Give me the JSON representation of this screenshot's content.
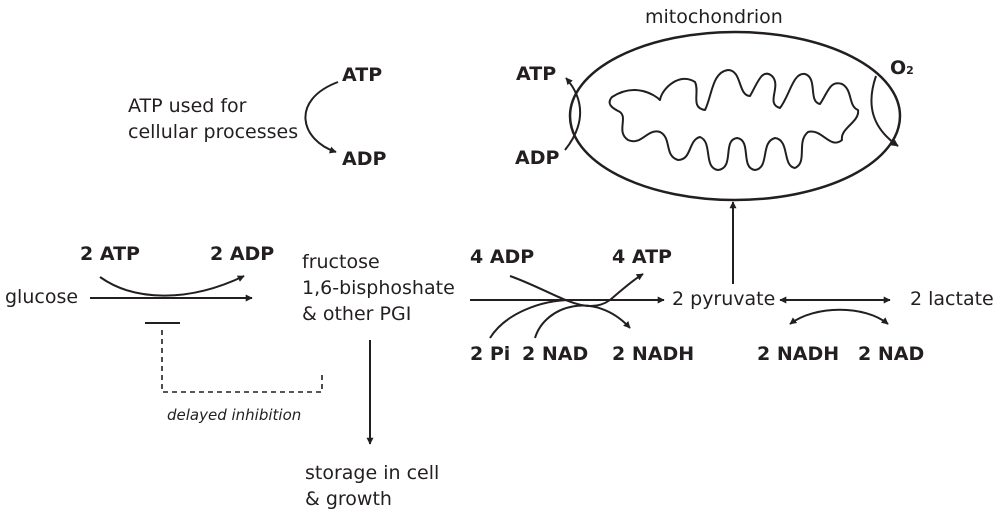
{
  "labels": {
    "mitochondrion": "mitochondrion",
    "atp_used": "ATP used for",
    "cellular_processes": "cellular processes",
    "atp_top": "ATP",
    "adp_top": "ADP",
    "mito_atp": "ATP",
    "mito_adp": "ADP",
    "o2": "O",
    "o2_sub": "2",
    "two_atp": "2 ATP",
    "two_adp": "2 ADP",
    "glucose": "glucose",
    "fructose_1": "fructose",
    "fructose_2": "1,6-bisphoshate",
    "fructose_3": "& other PGI",
    "four_adp": "4 ADP",
    "four_atp": "4 ATP",
    "two_pyruvate": "2 pyruvate",
    "two_lactate": "2 lactate",
    "two_pi": "2 Pi",
    "two_nad": "2 NAD",
    "two_nadh": "2 NADH",
    "two_nadh_right": "2 NADH",
    "two_nad_right": "2 NAD",
    "delayed_inhibition": "delayed inhibition",
    "storage_1": "storage in cell",
    "storage_2": "& growth"
  }
}
